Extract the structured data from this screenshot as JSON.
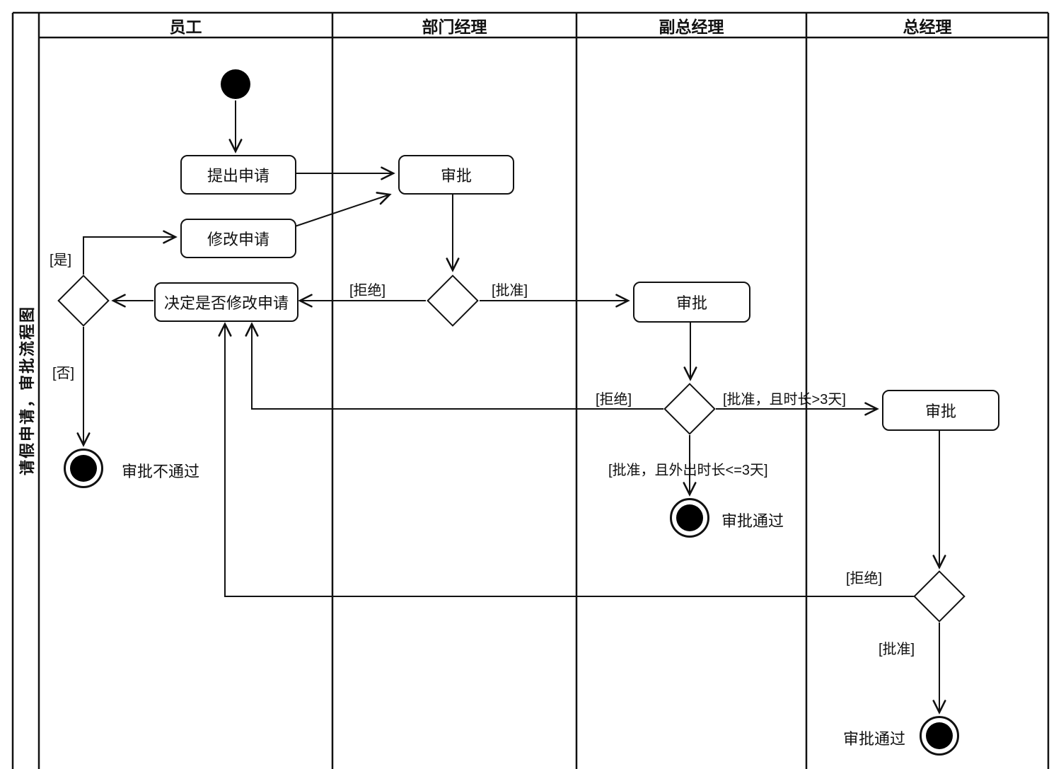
{
  "diagram": {
    "title": "请假申请，审批流程图",
    "lanes": [
      {
        "label": "员工"
      },
      {
        "label": "部门经理"
      },
      {
        "label": "副总经理"
      },
      {
        "label": "总经理"
      }
    ],
    "nodes": {
      "submit": "提出申请",
      "modify": "修改申请",
      "decide": "决定是否修改申请",
      "dept_approve": "审批",
      "deputy_approve": "审批",
      "gm_approve": "审批"
    },
    "guards": {
      "yes": "[是]",
      "no": "[否]",
      "dept_reject": "[拒绝]",
      "dept_approved": "[批准]",
      "deputy_reject": "[拒绝]",
      "deputy_approved_gt3": "[批准，且时长>3天]",
      "deputy_approved_le3": "[批准，且外出时长<=3天]",
      "gm_reject": "[拒绝]",
      "gm_approved": "[批准]"
    },
    "results": {
      "fail": "审批不通过",
      "pass_deputy": "审批通过",
      "pass_gm": "审批通过"
    },
    "colors": {
      "ink": "#111111",
      "node_fill": "#000000",
      "background": "#ffffff"
    }
  }
}
